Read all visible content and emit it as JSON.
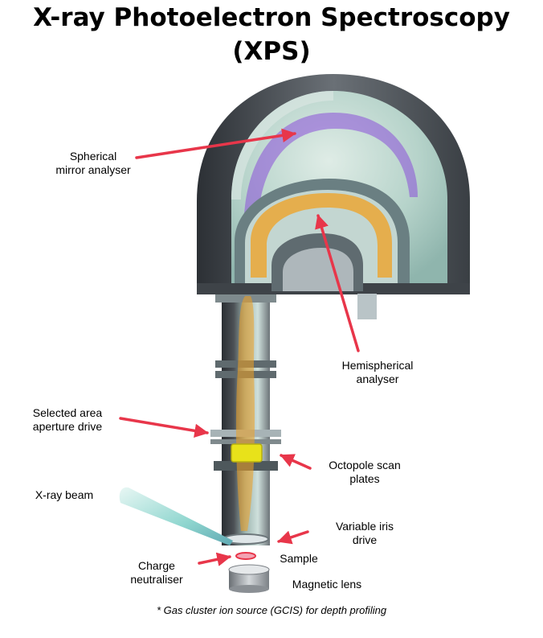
{
  "title": {
    "line1": "X-ray Photoelectron Spectroscopy",
    "line2": "(XPS)"
  },
  "labels": {
    "spherical_mirror": [
      "Spherical",
      "mirror analyser"
    ],
    "hemispherical": [
      "Hemispherical",
      "analyser"
    ],
    "selected_area": [
      "Selected area",
      "aperture drive"
    ],
    "octopole": [
      "Octopole scan",
      "plates"
    ],
    "xray_beam": "X-ray beam",
    "variable_iris": [
      "Variable iris",
      "drive"
    ],
    "sample": "Sample",
    "charge_neutraliser": [
      "Charge",
      "neutraliser"
    ],
    "magnetic_lens": "Magnetic lens"
  },
  "footnote": "* Gas cluster ion source (GCIS) for depth profiling",
  "colors": {
    "arrow": "#e8364a",
    "shell_dark": "#4a4f55",
    "interior": "#a9c9bf",
    "electrons_purple": "#8a4fd8",
    "electrons_orange": "#f0a020",
    "octopole": "#e8e21a",
    "xray_beam": "#8fd6cf"
  }
}
